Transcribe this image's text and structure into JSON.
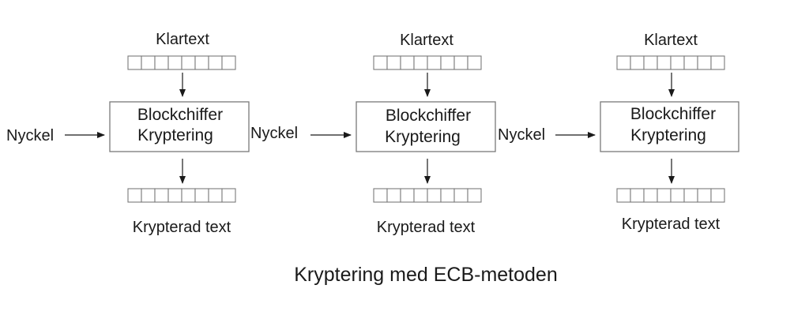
{
  "diagram": {
    "caption": "Kryptering med ECB-metoden",
    "stages": [
      {
        "plaintext_label": "Klartext",
        "cipher_line1": "Blockchiffer",
        "cipher_line2": "Kryptering",
        "key_label": "Nyckel",
        "ciphertext_label": "Krypterad text",
        "block_cells": 8
      },
      {
        "plaintext_label": "Klartext",
        "cipher_line1": "Blockchiffer",
        "cipher_line2": "Kryptering",
        "key_label": "Nyckel",
        "ciphertext_label": "Krypterad text",
        "block_cells": 8
      },
      {
        "plaintext_label": "Klartext",
        "cipher_line1": "Blockchiffer",
        "cipher_line2": "Kryptering",
        "key_label": "Nyckel",
        "ciphertext_label": "Krypterad text",
        "block_cells": 8
      }
    ]
  }
}
